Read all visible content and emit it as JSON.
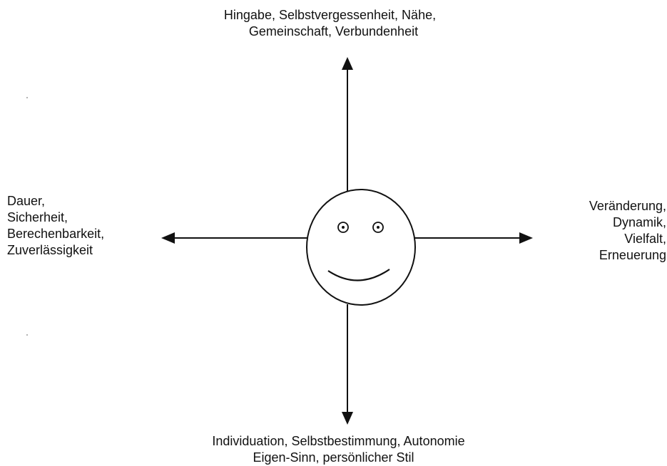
{
  "diagram": {
    "top_label": {
      "line1": "Hingabe, Selbstvergessenheit, Nähe,",
      "line2": "Gemeinschaft, Verbundenheit"
    },
    "left_label": {
      "line1": "Dauer,",
      "line2": "Sicherheit,",
      "line3": "Berechenbarkeit,",
      "line4": "Zuverlässigkeit"
    },
    "right_label": {
      "line1": "Veränderung,",
      "line2": "Dynamik,",
      "line3": "Vielfalt,",
      "line4": "Erneuerung"
    },
    "bottom_label": {
      "line1": "Individuation, Selbstbestimmung, Autonomie",
      "line2": "Eigen-Sinn, persönlicher Stil"
    },
    "center_icon": "smiley-face-icon",
    "colors": {
      "stroke": "#111111",
      "background": "#ffffff",
      "face_fill": "#ffffff"
    }
  }
}
